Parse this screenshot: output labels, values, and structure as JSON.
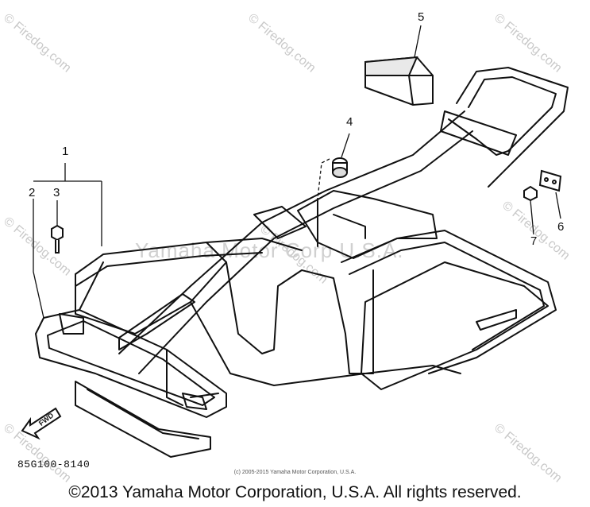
{
  "callouts": {
    "c1": "1",
    "c2": "2",
    "c3": "3",
    "c4": "4",
    "c5": "5",
    "c6": "6",
    "c7": "7"
  },
  "direction_label": "FWD",
  "part_number": "85G100-8140",
  "small_copyright": "(c) 2005-2015 Yamaha Motor Corporation, U.S.A.",
  "footer_copyright": "©2013 Yamaha Motor Corporation, U.S.A. All rights reserved.",
  "watermark_site": "© Firedog.com",
  "watermark_center": "Yamaha Motor Corp U.S.A."
}
